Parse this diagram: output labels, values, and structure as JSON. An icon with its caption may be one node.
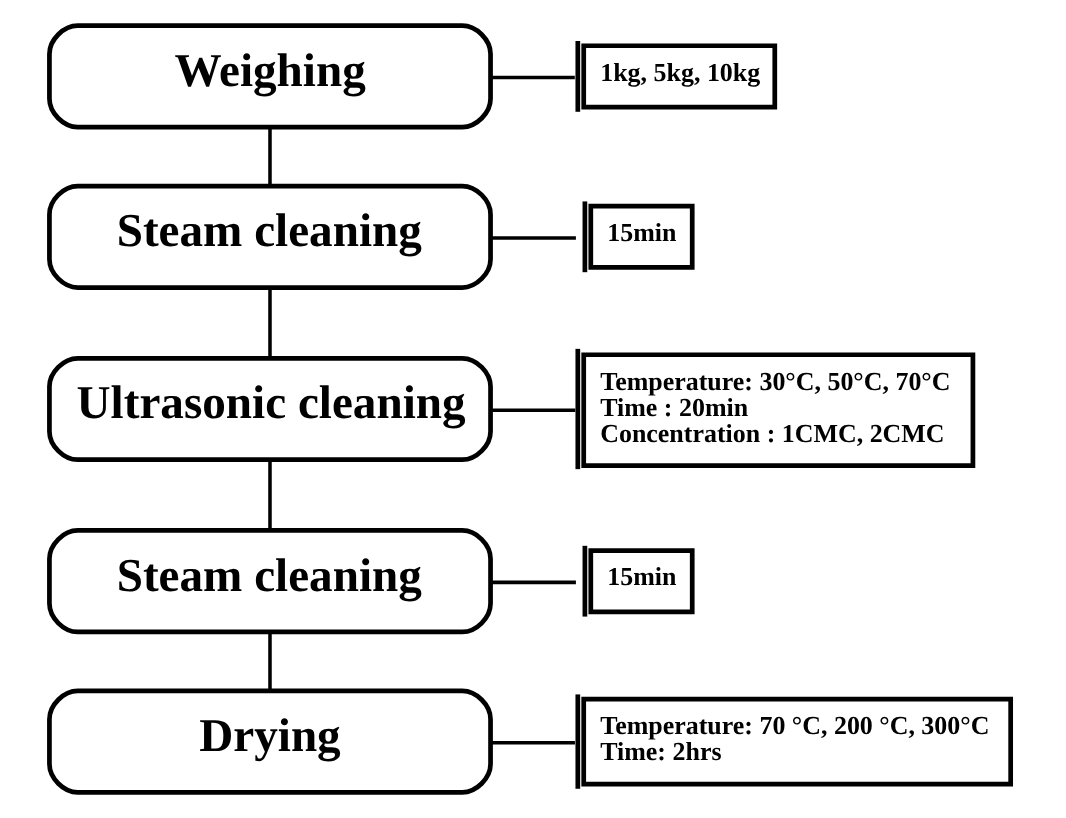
{
  "diagram": {
    "nodes": [
      {
        "text": [
          "Weighing"
        ]
      },
      {
        "text": [
          "1kg, 5kg, 10kg"
        ]
      },
      {
        "text": [
          "Steam cleaning"
        ]
      },
      {
        "text": [
          "15min"
        ]
      },
      {
        "text": [
          "Ultrasonic cleaning"
        ]
      },
      {
        "text": [
          "Temperature: 30°C, 50°C, 70°C",
          "Time : 20min",
          "Concentration : 1CMC, 2CMC"
        ]
      },
      {
        "text": [
          "Steam cleaning"
        ]
      },
      {
        "text": [
          "15min"
        ]
      },
      {
        "text": [
          "Drying"
        ]
      },
      {
        "text": [
          "Temperature: 70 °C, 200 °C, 300°C",
          "Time: 2hrs"
        ]
      }
    ],
    "edges": [
      {
        "from": 0,
        "to": 2,
        "arrow": "none"
      },
      {
        "from": 2,
        "to": 4,
        "arrow": "none"
      },
      {
        "from": 4,
        "to": 6,
        "arrow": "none"
      },
      {
        "from": 6,
        "to": 8,
        "arrow": "none"
      },
      {
        "from": 0,
        "to": 1,
        "arrow": "none"
      },
      {
        "from": 2,
        "to": 3,
        "arrow": "none"
      },
      {
        "from": 4,
        "to": 5,
        "arrow": "none"
      },
      {
        "from": 6,
        "to": 7,
        "arrow": "none"
      },
      {
        "from": 8,
        "to": 9,
        "arrow": "none"
      }
    ]
  }
}
